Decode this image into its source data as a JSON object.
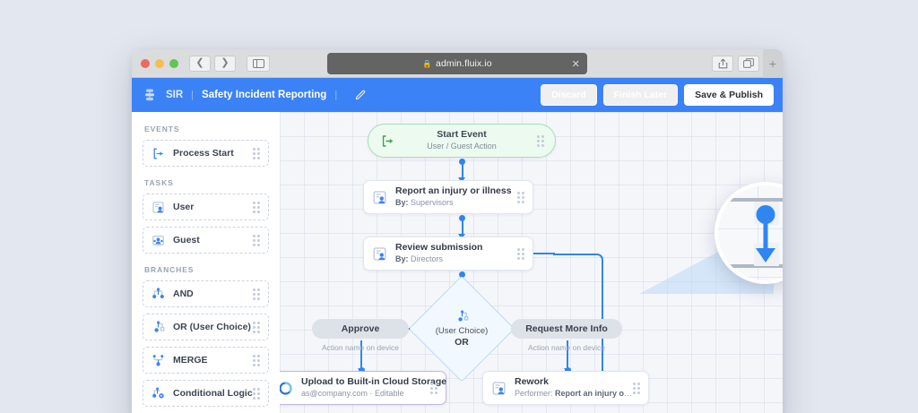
{
  "browser": {
    "tab_url": "admin.fluix.io",
    "lock_icon": "lock-icon",
    "close_icon": "close-icon",
    "back_icon": "back-arrow-icon",
    "forward_icon": "forward-arrow-icon",
    "sidebar_icon": "sidebar-toggle-icon",
    "share_icon": "share-icon",
    "tabs_icon": "show-tabs-icon",
    "new_tab_icon": "new-tab-plus-icon"
  },
  "appbar": {
    "logo_icon": "fluix-logo-icon",
    "breadcrumb_short": "SIR",
    "breadcrumb_title": "Safety Incident Reporting",
    "edit_icon": "pencil-edit-icon",
    "sep": "|",
    "discard_label": "Discard",
    "finish_later_label": "Finish Later",
    "save_publish_label": "Save & Publish",
    "accent": "#3b82f6"
  },
  "panel": {
    "groups": [
      {
        "title": "EVENTS",
        "items": [
          {
            "label": "Process Start",
            "icon": "process-start-icon"
          }
        ]
      },
      {
        "title": "TASKS",
        "items": [
          {
            "label": "User",
            "icon": "user-task-icon"
          },
          {
            "label": "Guest",
            "icon": "guest-task-icon"
          }
        ]
      },
      {
        "title": "BRANCHES",
        "items": [
          {
            "label": "AND",
            "icon": "branch-and-icon"
          },
          {
            "label": "OR (User Choice)",
            "icon": "branch-or-icon"
          },
          {
            "label": "MERGE",
            "icon": "branch-merge-icon"
          },
          {
            "label": "Conditional Logic",
            "icon": "conditional-logic-icon"
          }
        ]
      }
    ]
  },
  "canvas": {
    "start_node": {
      "title": "Start Event",
      "subtitle": "User / Guest Action",
      "icon": "process-start-icon",
      "border_color": "#a9dfb4",
      "fill_color": "#edfaef"
    },
    "report_node": {
      "title": "Report an injury or illness",
      "sub_prefix": "By:",
      "sub_value": "Supervisors",
      "icon": "user-task-icon"
    },
    "review_node": {
      "title": "Review submission",
      "sub_prefix": "By:",
      "sub_value": "Directors",
      "icon": "user-task-icon"
    },
    "gateway": {
      "icon": "branch-or-icon",
      "line1": "(User Choice)",
      "line2": "OR",
      "fill_color": "#f2f8ff",
      "border_color": "#bcd8f7"
    },
    "approve_branch": {
      "label": "Approve",
      "caption": "Action name on device"
    },
    "request_branch": {
      "label": "Request More Info",
      "caption": "Action name on device"
    },
    "upload_node": {
      "title": "Upload to Built-in Cloud Storage",
      "sub_value": "as@company.com",
      "sub_dot": "·",
      "sub_extra": "Editable",
      "icon": "cloud-storage-icon",
      "border_color": "#c3b3e8"
    },
    "rework_node": {
      "title": "Rework",
      "sub_prefix": "Performer:",
      "sub_value": "Report an injury or illn...",
      "icon": "user-task-icon"
    },
    "magnifier": {
      "name": "connector-zoom-magnifier",
      "content_icon": "connector-arrow-icon"
    },
    "connector_color": "#2f86f0"
  }
}
